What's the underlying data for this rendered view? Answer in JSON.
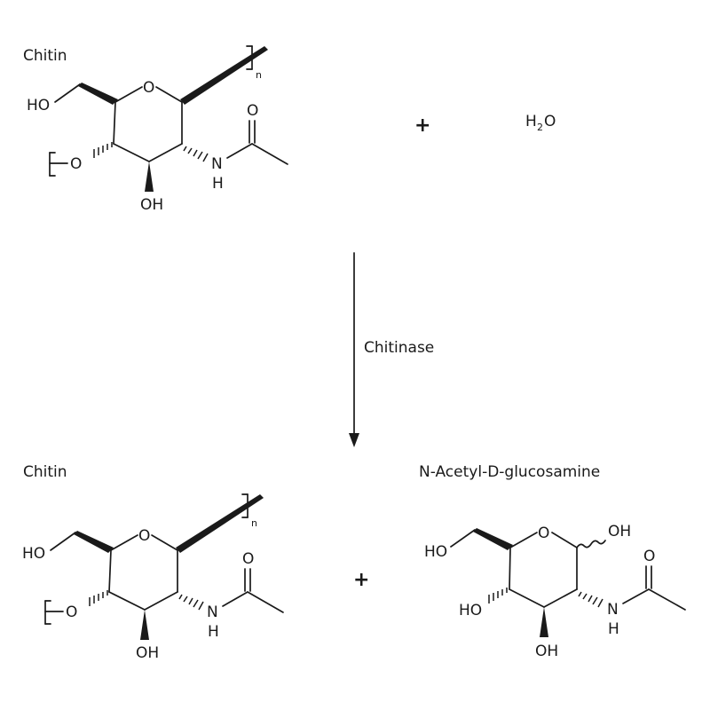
{
  "reactant": {
    "name": "Chitin",
    "repeat_subscript": "n",
    "labels": {
      "ho": "HO",
      "ring_o": "O",
      "link_o": "O",
      "oh": "OH",
      "n": "N",
      "h": "H",
      "carbonyl_o": "O"
    }
  },
  "water": {
    "main": "H",
    "subscript": "2",
    "tail": "O"
  },
  "reaction_arrow": {
    "enzyme": "Chitinase"
  },
  "product_chitin": {
    "name": "Chitin",
    "repeat_subscript": "n",
    "labels": {
      "ho": "HO",
      "ring_o": "O",
      "link_o": "O",
      "oh": "OH",
      "n": "N",
      "h": "H",
      "carbonyl_o": "O"
    }
  },
  "product_nag": {
    "name": "N-Acetyl-D-glucosamine",
    "labels": {
      "ho": "HO",
      "ring_o": "O",
      "anomeric_oh": "OH",
      "ho3": "HO",
      "oh4": "OH",
      "n": "N",
      "h": "H",
      "carbonyl_o": "O"
    }
  },
  "plus_signs": [
    "+",
    "+"
  ]
}
